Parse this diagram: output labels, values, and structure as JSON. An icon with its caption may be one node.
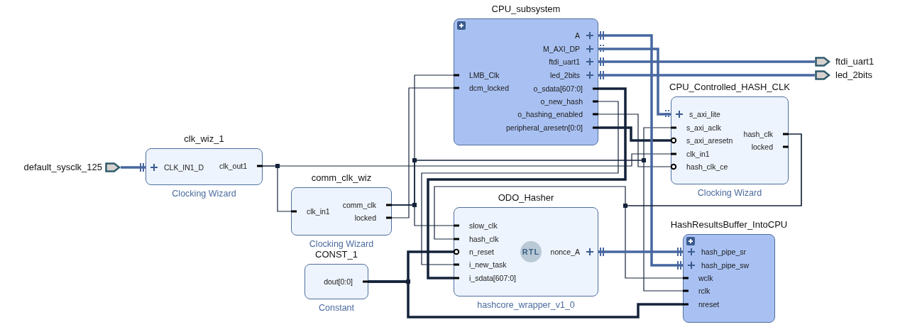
{
  "diagram": {
    "nodes": [
      {
        "text": [
          "default_sysclk_125"
        ]
      },
      {
        "text": [
          "clk_wiz_1",
          "Clocking Wizard"
        ]
      },
      {
        "text": [
          "CLK_IN1_D"
        ],
        "in": 1
      },
      {
        "text": [
          "clk_out1"
        ],
        "in": 1
      },
      {
        "text": [
          "comm_clk_wiz",
          "Clocking Wizard"
        ]
      },
      {
        "text": [
          "clk_in1"
        ],
        "in": 4
      },
      {
        "text": [
          "comm_clk"
        ],
        "in": 4
      },
      {
        "text": [
          "locked"
        ],
        "in": 4
      },
      {
        "text": [
          "CONST_1",
          "Constant"
        ]
      },
      {
        "text": [
          "dout[0:0]"
        ],
        "in": 8
      },
      {
        "text": [
          "CPU_subsystem"
        ]
      },
      {
        "text": [
          "A"
        ],
        "in": 10
      },
      {
        "text": [
          "M_AXI_DP"
        ],
        "in": 10
      },
      {
        "text": [
          "ftdi_uart1"
        ],
        "in": 10
      },
      {
        "text": [
          "led_2bits"
        ],
        "in": 10
      },
      {
        "text": [
          "LMB_Clk"
        ],
        "in": 10
      },
      {
        "text": [
          "dcm_locked"
        ],
        "in": 10
      },
      {
        "text": [
          "o_sdata[607:0]"
        ],
        "in": 10
      },
      {
        "text": [
          "o_new_hash"
        ],
        "in": 10
      },
      {
        "text": [
          "o_hashing_enabled"
        ],
        "in": 10
      },
      {
        "text": [
          "peripheral_aresetn[0:0]"
        ],
        "in": 10
      },
      {
        "text": [
          "ODO_Hasher",
          "hashcore_wrapper_v1_0"
        ]
      },
      {
        "text": [
          "slow_clk"
        ],
        "in": 21
      },
      {
        "text": [
          "hash_clk"
        ],
        "in": 21
      },
      {
        "text": [
          "n_reset"
        ],
        "in": 21
      },
      {
        "text": [
          "i_new_task"
        ],
        "in": 21
      },
      {
        "text": [
          "i_sdata[607:0]"
        ],
        "in": 21
      },
      {
        "text": [
          "nonce_A"
        ],
        "in": 21
      },
      {
        "text": [
          "CPU_Controlled_HASH_CLK",
          "Clocking Wizard"
        ]
      },
      {
        "text": [
          "s_axi_lite"
        ],
        "in": 28
      },
      {
        "text": [
          "s_axi_aclk"
        ],
        "in": 28
      },
      {
        "text": [
          "s_axi_aresetn"
        ],
        "in": 28
      },
      {
        "text": [
          "clk_in1"
        ],
        "in": 28
      },
      {
        "text": [
          "hash_clk_ce"
        ],
        "in": 28
      },
      {
        "text": [
          "hash_clk"
        ],
        "in": 28
      },
      {
        "text": [
          "locked"
        ],
        "in": 28
      },
      {
        "text": [
          "ftdi_uart1"
        ]
      },
      {
        "text": [
          "led_2bits"
        ]
      },
      {
        "text": [
          "HashResultsBuffer_IntoCPU"
        ]
      },
      {
        "text": [
          "hash_pipe_sr"
        ],
        "in": 38
      },
      {
        "text": [
          "hash_pipe_sw"
        ],
        "in": 38
      },
      {
        "text": [
          "wclk"
        ],
        "in": 38
      },
      {
        "text": [
          "rclk"
        ],
        "in": 38
      },
      {
        "text": [
          "nreset"
        ],
        "in": 38
      }
    ],
    "edges": [
      {
        "from": 0,
        "to": 2,
        "arrow": "none",
        "style": "thick",
        "color": "#4767a0"
      },
      {
        "from": 3,
        "to": 5,
        "arrow": "none"
      },
      {
        "from": 3,
        "to": 32,
        "arrow": "none"
      },
      {
        "from": 6,
        "to": 15,
        "arrow": "none"
      },
      {
        "from": 6,
        "to": 22,
        "arrow": "none"
      },
      {
        "from": 6,
        "to": 30,
        "arrow": "none"
      },
      {
        "from": 6,
        "to": 42,
        "arrow": "none"
      },
      {
        "from": 7,
        "to": 16,
        "arrow": "none"
      },
      {
        "from": 17,
        "to": 26,
        "arrow": "none",
        "style": "thick"
      },
      {
        "from": 18,
        "to": 25,
        "arrow": "none"
      },
      {
        "from": 19,
        "to": 33,
        "arrow": "none"
      },
      {
        "from": 20,
        "to": 31,
        "arrow": "none",
        "style": "thick"
      },
      {
        "from": 11,
        "to": 40,
        "arrow": "none",
        "style": "thick",
        "color": "#4767a0"
      },
      {
        "from": 12,
        "to": 29,
        "arrow": "none",
        "style": "thick",
        "color": "#4767a0"
      },
      {
        "from": 13,
        "to": 36,
        "arrow": "none",
        "style": "thick",
        "color": "#4767a0"
      },
      {
        "from": 14,
        "to": 37,
        "arrow": "none",
        "style": "thick",
        "color": "#4767a0"
      },
      {
        "from": 34,
        "to": 23,
        "arrow": "none"
      },
      {
        "from": 34,
        "to": 41,
        "arrow": "none"
      },
      {
        "from": 27,
        "to": 39,
        "arrow": "none",
        "style": "thick",
        "color": "#4767a0"
      },
      {
        "from": 9,
        "to": 24,
        "arrow": "none",
        "style": "thick"
      },
      {
        "from": 9,
        "to": 43,
        "arrow": "none",
        "style": "thick"
      }
    ],
    "labels": [
      "RTL"
    ]
  }
}
